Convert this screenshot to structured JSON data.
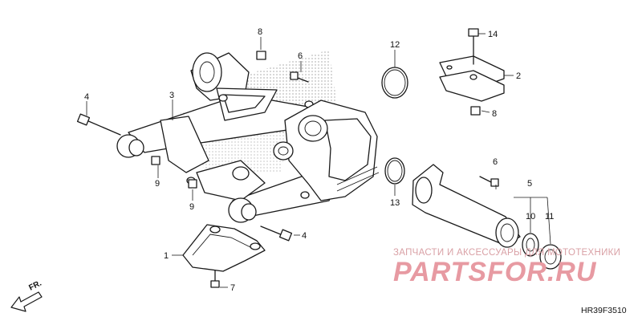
{
  "callouts": [
    {
      "id": "c1",
      "label": "1"
    },
    {
      "id": "c2",
      "label": "2"
    },
    {
      "id": "c3",
      "label": "3"
    },
    {
      "id": "c4a",
      "label": "4"
    },
    {
      "id": "c4b",
      "label": "4"
    },
    {
      "id": "c5",
      "label": "5"
    },
    {
      "id": "c6a",
      "label": "6"
    },
    {
      "id": "c6b",
      "label": "6"
    },
    {
      "id": "c7",
      "label": "7"
    },
    {
      "id": "c8a",
      "label": "8"
    },
    {
      "id": "c8b",
      "label": "8"
    },
    {
      "id": "c9a",
      "label": "9"
    },
    {
      "id": "c9b",
      "label": "9"
    },
    {
      "id": "c10",
      "label": "10"
    },
    {
      "id": "c11",
      "label": "11"
    },
    {
      "id": "c12",
      "label": "12"
    },
    {
      "id": "c13",
      "label": "13"
    },
    {
      "id": "c14",
      "label": "14"
    }
  ],
  "watermark": {
    "line1": "ЗАПЧАСТИ И АКСЕССУАРЫ ДЛЯ МОТОТЕХНИКИ",
    "line2": "PARTSFOR.RU"
  },
  "direction_label": "FR.",
  "diagram_code": "HR39F3510",
  "colors": {
    "watermark": "#e79aa2",
    "ink": "#1a1a1a"
  }
}
